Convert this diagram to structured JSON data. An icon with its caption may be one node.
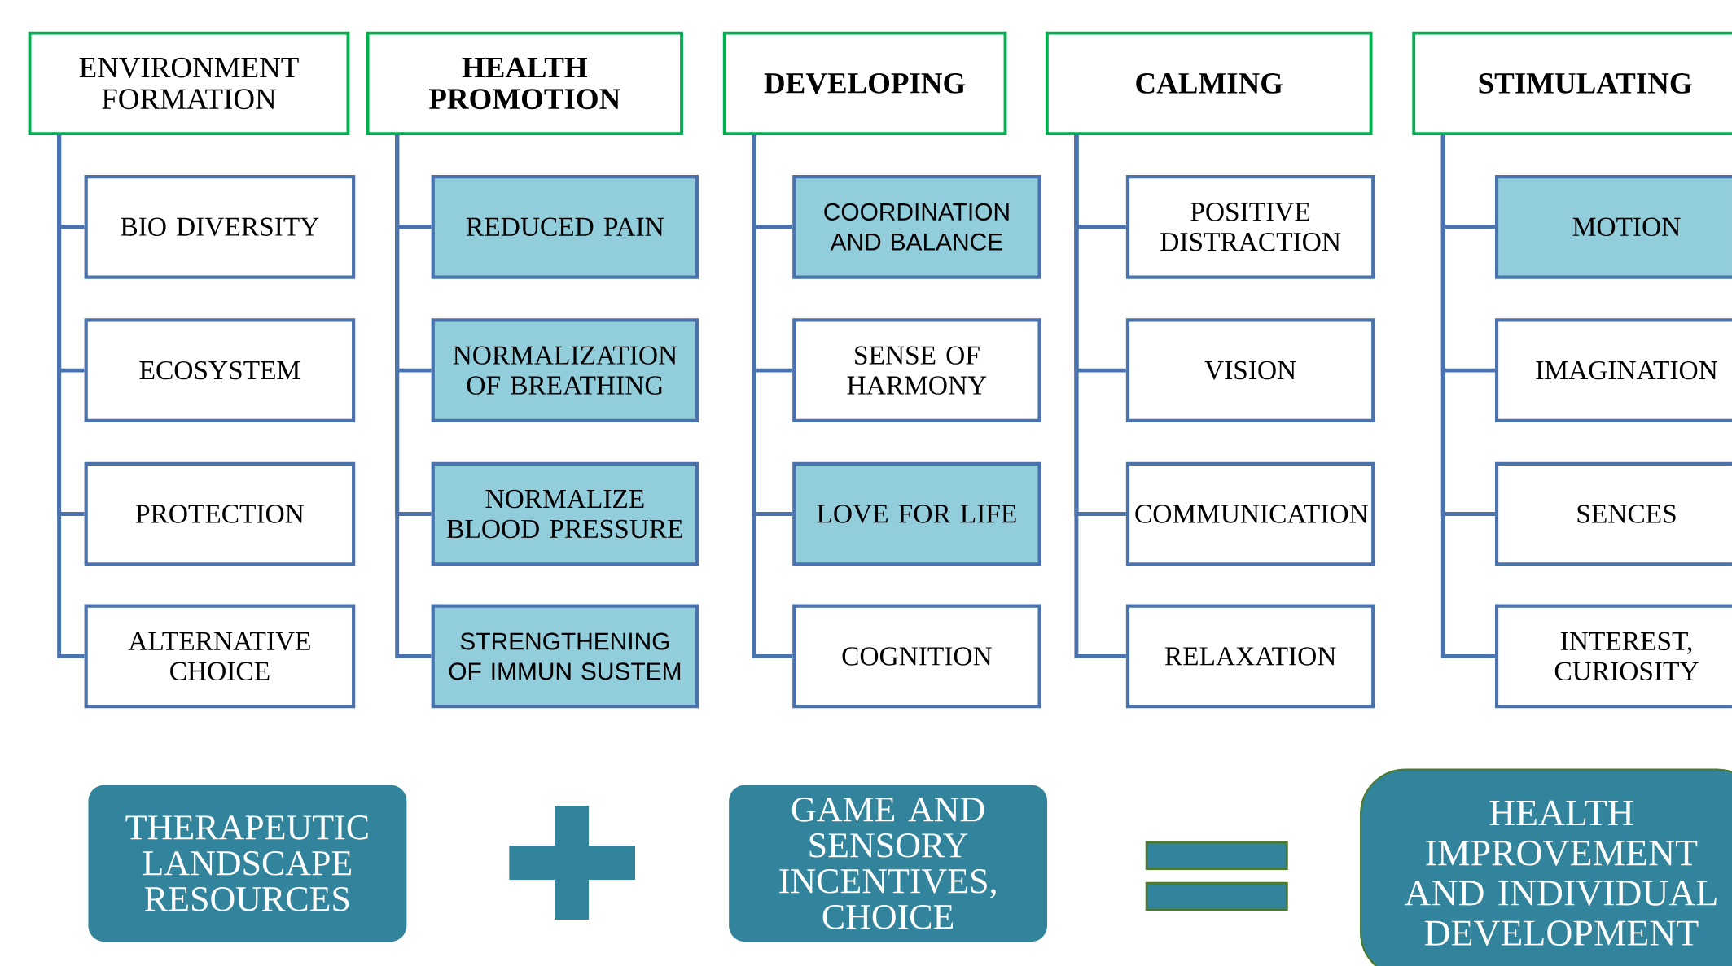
{
  "diagram": {
    "nodes": [
      {
        "text": [
          "ENVIRONMENT FORMATION"
        ]
      },
      {
        "text": [
          "BIO DIVERSITY"
        ]
      },
      {
        "text": [
          "ECOSYSTEM"
        ]
      },
      {
        "text": [
          "PROTECTION"
        ]
      },
      {
        "text": [
          "ALTERNATIVE CHOICE"
        ]
      },
      {
        "text": [
          "HEALTH PROMOTION"
        ]
      },
      {
        "text": [
          "REDUCED PAIN"
        ]
      },
      {
        "text": [
          "NORMALIZATION OF BREATHING"
        ]
      },
      {
        "text": [
          "NORMALIZE BLOOD PRESSURE"
        ]
      },
      {
        "text": [
          "STRENGTHENING OF IMMUN SUSTEM"
        ]
      },
      {
        "text": [
          "DEVELOPING"
        ]
      },
      {
        "text": [
          "COORDINATION AND BALANCE"
        ]
      },
      {
        "text": [
          "SENSE OF HARMONY"
        ]
      },
      {
        "text": [
          "LOVE FOR LIFE"
        ]
      },
      {
        "text": [
          "COGNITION"
        ]
      },
      {
        "text": [
          "CALMING"
        ]
      },
      {
        "text": [
          "POSITIVE DISTRACTION"
        ]
      },
      {
        "text": [
          "VISION"
        ]
      },
      {
        "text": [
          "COMMUNICATION"
        ]
      },
      {
        "text": [
          "RELAXATION"
        ]
      },
      {
        "text": [
          "STIMULATING"
        ]
      },
      {
        "text": [
          "MOTION"
        ]
      },
      {
        "text": [
          "IMAGINATION"
        ]
      },
      {
        "text": [
          "SENCES"
        ]
      },
      {
        "text": [
          "INTEREST, CURIOSITY"
        ]
      },
      {
        "text": [
          "THERAPEUTIC LANDSCAPE RESOURCES"
        ]
      },
      {
        "text": [
          "GAME AND SENSORY INCENTIVES, CHOICE"
        ]
      },
      {
        "text": [
          "HEALTH IMPROVEMENT AND INDIVIDUAL DEVELOPMENT"
        ]
      }
    ],
    "edges": [
      {
        "from": 0,
        "to": 1,
        "arrow": "none"
      },
      {
        "from": 0,
        "to": 2,
        "arrow": "none"
      },
      {
        "from": 0,
        "to": 3,
        "arrow": "none"
      },
      {
        "from": 0,
        "to": 4,
        "arrow": "none"
      },
      {
        "from": 5,
        "to": 6,
        "arrow": "none"
      },
      {
        "from": 5,
        "to": 7,
        "arrow": "none"
      },
      {
        "from": 5,
        "to": 8,
        "arrow": "none"
      },
      {
        "from": 5,
        "to": 9,
        "arrow": "none"
      },
      {
        "from": 10,
        "to": 11,
        "arrow": "none"
      },
      {
        "from": 10,
        "to": 12,
        "arrow": "none"
      },
      {
        "from": 10,
        "to": 13,
        "arrow": "none"
      },
      {
        "from": 10,
        "to": 14,
        "arrow": "none"
      },
      {
        "from": 15,
        "to": 16,
        "arrow": "none"
      },
      {
        "from": 15,
        "to": 17,
        "arrow": "none"
      },
      {
        "from": 15,
        "to": 18,
        "arrow": "none"
      },
      {
        "from": 15,
        "to": 19,
        "arrow": "none"
      },
      {
        "from": 20,
        "to": 21,
        "arrow": "none"
      },
      {
        "from": 20,
        "to": 22,
        "arrow": "none"
      },
      {
        "from": 20,
        "to": 23,
        "arrow": "none"
      },
      {
        "from": 20,
        "to": 24,
        "arrow": "none"
      }
    ]
  }
}
